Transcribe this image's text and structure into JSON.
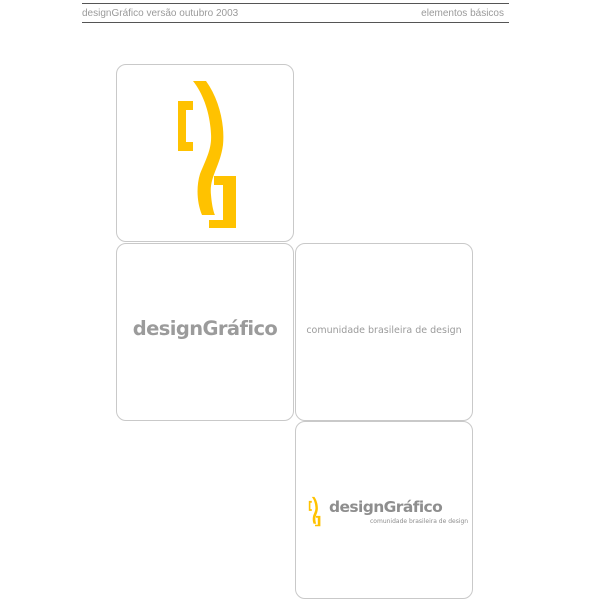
{
  "header": {
    "left_text": "designGráfico versão outubro 2003",
    "right_text": "elementos básicos"
  },
  "brand": {
    "name": "designGráfico",
    "tagline": "comunidade brasileira de design"
  },
  "colors": {
    "accent": "#ffc200",
    "wordmark_gray": "#9b9b9b",
    "card_border": "#c9c9c9",
    "header_rule": "#555555",
    "header_text": "#9a9a9a"
  },
  "icons": {
    "symbol": "dg-monogram-icon"
  }
}
